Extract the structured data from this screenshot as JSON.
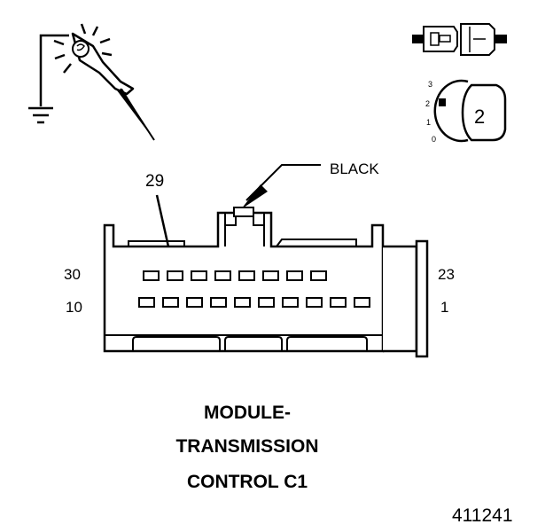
{
  "connector": {
    "color_label": "BLACK",
    "pin_callout": "29",
    "row1_left_pin": "30",
    "row1_right_pin": "23",
    "row2_left_pin": "10",
    "row2_right_pin": "1"
  },
  "meter_dial": {
    "tick_3": "3",
    "tick_2": "2",
    "tick_1": "1",
    "tick_0": "0",
    "setting": "2"
  },
  "caption": {
    "line1": "MODULE-",
    "line2": "TRANSMISSION",
    "line3": "CONTROL C1"
  },
  "figure_number": "411241"
}
